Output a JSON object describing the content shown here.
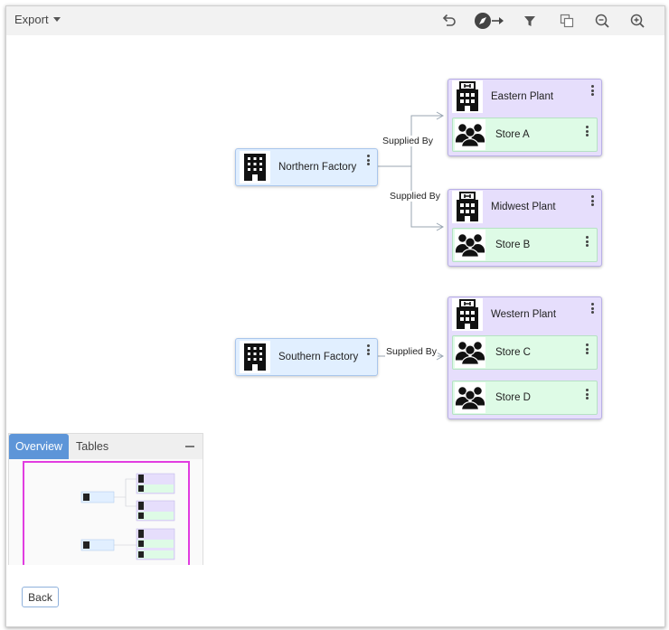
{
  "toolbar": {
    "export_label": "Export",
    "icons": [
      "undo-icon",
      "compass-arrow-icon",
      "filter-icon",
      "clone-icon",
      "zoom-out-icon",
      "zoom-in-icon"
    ]
  },
  "graph": {
    "sources": [
      {
        "label": "Northern Factory",
        "icon": "building-icon"
      },
      {
        "label": "Southern Factory",
        "icon": "building-icon"
      }
    ],
    "plants": [
      {
        "label": "Eastern Plant",
        "icon": "hospital-building-icon",
        "stores": [
          "Store A"
        ]
      },
      {
        "label": "Midwest Plant",
        "icon": "hospital-building-icon",
        "stores": [
          "Store B"
        ]
      },
      {
        "label": "Western Plant",
        "icon": "hospital-building-icon",
        "stores": [
          "Store C",
          "Store D"
        ]
      }
    ],
    "edge_labels": [
      "Supplied By",
      "Supplied By",
      "Supplied By"
    ],
    "colors": {
      "source": "#e1efff",
      "plant": "#e6defc",
      "store": "#defbe6",
      "edge": "#9aa6b2"
    }
  },
  "panel": {
    "tabs": [
      "Overview",
      "Tables"
    ],
    "active_tab": "Overview",
    "highlight_color": "#e13ce0"
  },
  "footer": {
    "back_label": "Back"
  }
}
